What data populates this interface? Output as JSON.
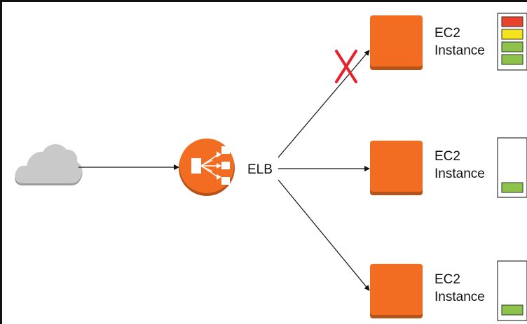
{
  "colors": {
    "border": "#111111",
    "arrow": "#111111",
    "instance_fill": "#f26d21",
    "instance_shadow": "#b5531b",
    "elb_fill": "#f26d21",
    "elb_shadow": "#b5531b",
    "cloud_fill": "#c9c9c9",
    "cloud_shadow": "#9c9c9c",
    "failure_mark": "#e8202a",
    "meter_red": "#e8432c",
    "meter_yellow": "#f5e31b",
    "meter_green": "#8dc34a",
    "meter_border": "#333333"
  },
  "client": {
    "icon": "cloud-icon"
  },
  "load_balancer": {
    "icon": "elb-icon",
    "label": "ELB"
  },
  "instances": [
    {
      "icon": "ec2-instance-icon",
      "label_line1": "EC2",
      "label_line2": "Instance",
      "route_failed": true,
      "load_segments_filled": 4,
      "load_segment_colors": [
        "red",
        "yellow",
        "green",
        "green"
      ]
    },
    {
      "icon": "ec2-instance-icon",
      "label_line1": "EC2",
      "label_line2": "Instance",
      "route_failed": false,
      "load_segments_filled": 1,
      "load_segment_colors": [
        "green"
      ]
    },
    {
      "icon": "ec2-instance-icon",
      "label_line1": "EC2",
      "label_line2": "Instance",
      "route_failed": false,
      "load_segments_filled": 1,
      "load_segment_colors": [
        "green"
      ]
    }
  ],
  "failure_marker": {
    "icon": "red-x-icon",
    "text": "X"
  }
}
